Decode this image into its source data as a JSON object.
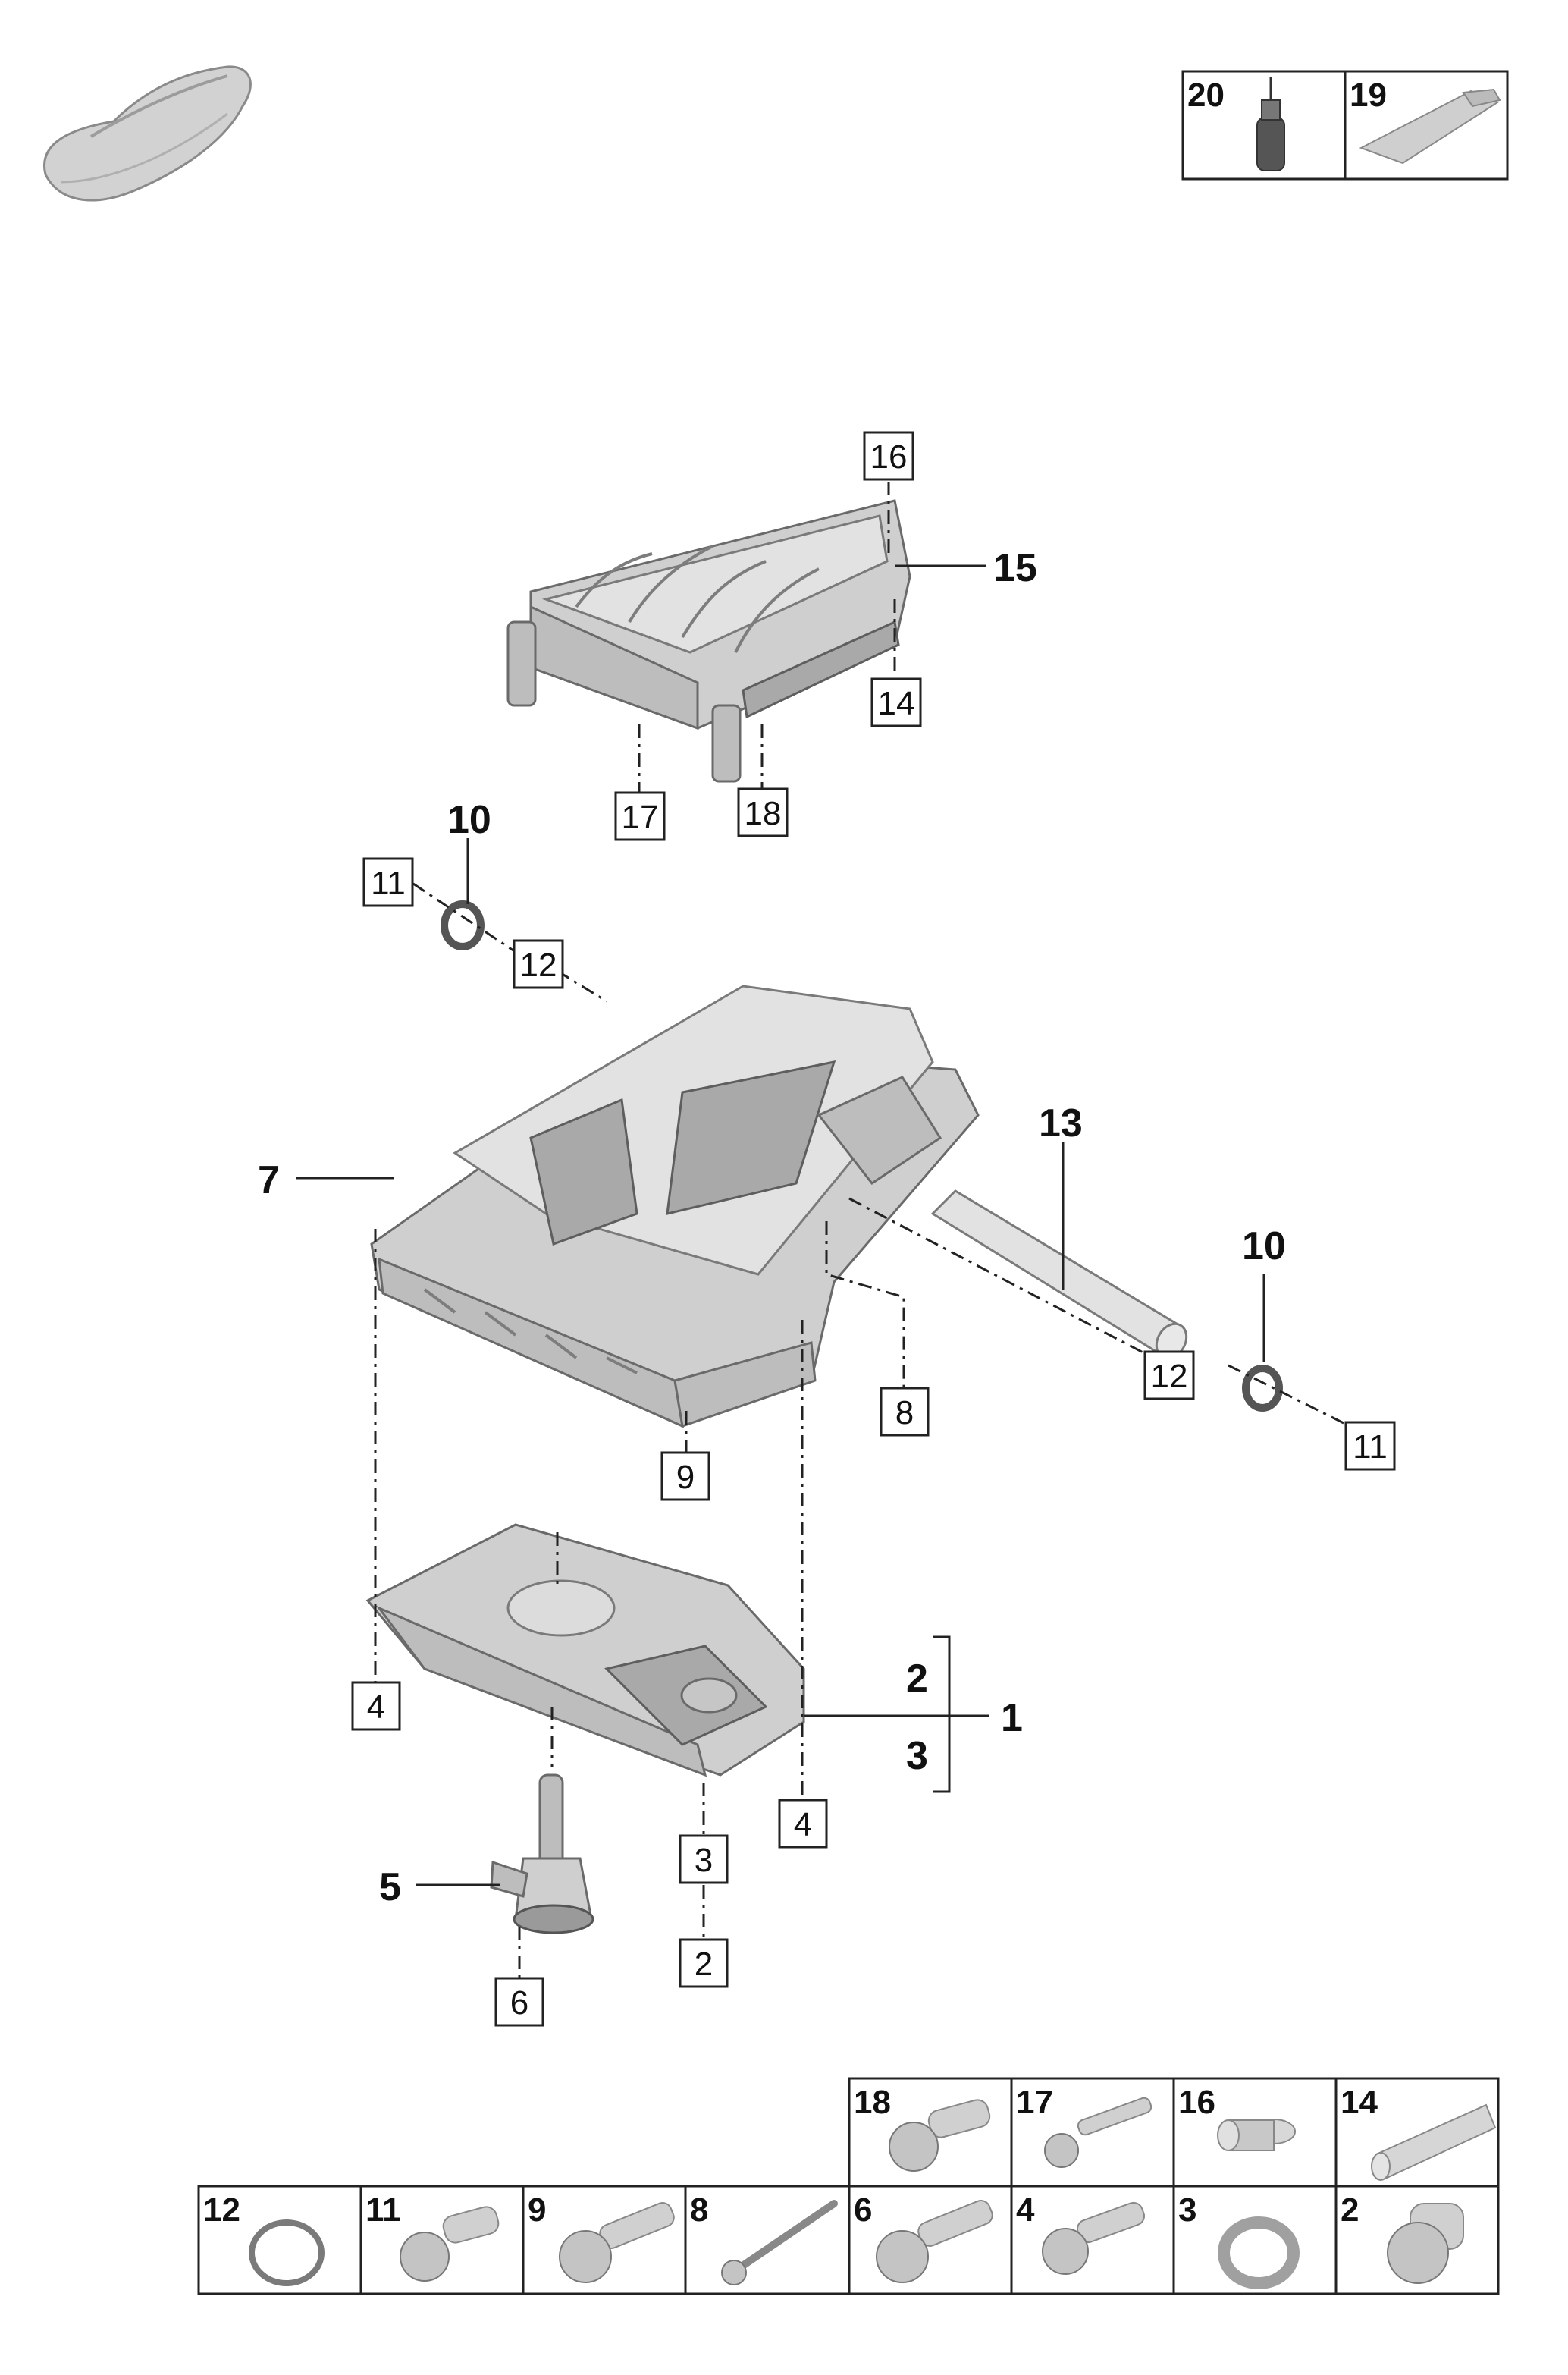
{
  "top_table": [
    {
      "num": "20",
      "icon": "sealant-bottle-icon"
    },
    {
      "num": "19",
      "icon": "sealant-tube-icon"
    }
  ],
  "callouts": {
    "c16": "16",
    "c15": "15",
    "c14": "14",
    "c17": "17",
    "c18": "18",
    "c10a": "10",
    "c11a": "11",
    "c12a": "12",
    "c13": "13",
    "c7": "7",
    "c10b": "10",
    "c12b": "12",
    "c11b": "11",
    "c8": "8",
    "c9": "9",
    "c2bold": "2",
    "c1": "1",
    "c3bold": "3",
    "c4a": "4",
    "c4b": "4",
    "c3": "3",
    "c2": "2",
    "c5": "5",
    "c6": "6"
  },
  "bottom_table_row1": [
    {
      "num": "18",
      "icon": "flange-bolt-icon"
    },
    {
      "num": "17",
      "icon": "bolt-icon"
    },
    {
      "num": "16",
      "icon": "dowel-sleeve-icon"
    },
    {
      "num": "14",
      "icon": "dowel-pin-icon"
    }
  ],
  "bottom_table_row2": [
    {
      "num": "12",
      "icon": "o-ring-icon"
    },
    {
      "num": "11",
      "icon": "short-bolt-icon"
    },
    {
      "num": "9",
      "icon": "hex-bolt-icon"
    },
    {
      "num": "8",
      "icon": "long-screw-icon"
    },
    {
      "num": "6",
      "icon": "collar-bolt-icon"
    },
    {
      "num": "4",
      "icon": "washer-bolt-icon"
    },
    {
      "num": "3",
      "icon": "sealing-ring-icon"
    },
    {
      "num": "2",
      "icon": "drain-plug-icon"
    }
  ]
}
